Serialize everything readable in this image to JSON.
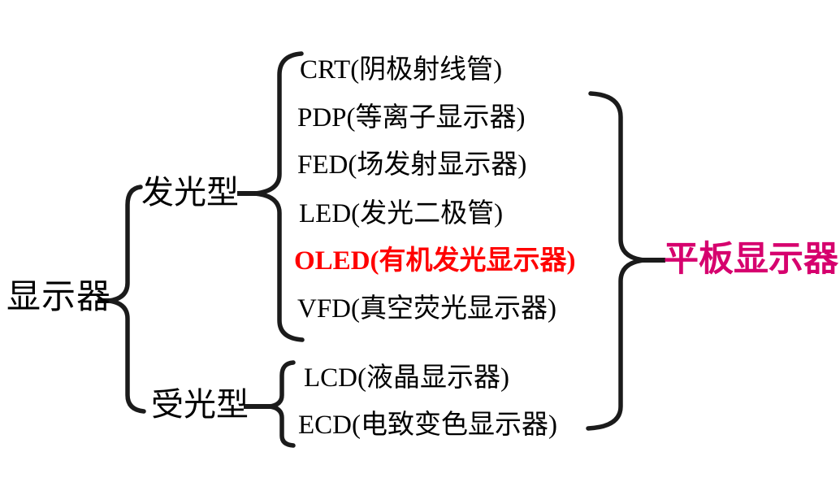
{
  "tree": {
    "root": "显示器",
    "emissive": {
      "label": "发光型",
      "items": [
        {
          "text": "CRT(阴极射线管)",
          "color": "#000000"
        },
        {
          "text": "PDP(等离子显示器)",
          "color": "#000000"
        },
        {
          "text": "FED(场发射显示器)",
          "color": "#000000"
        },
        {
          "text": "LED(发光二极管)",
          "color": "#000000"
        },
        {
          "text": "OLED(有机发光显示器)",
          "color": "#FF0000",
          "bold": true
        },
        {
          "text": "VFD(真空荧光显示器)",
          "color": "#000000"
        }
      ]
    },
    "receptive": {
      "label": "受光型",
      "items": [
        {
          "text": "LCD(液晶显示器)",
          "color": "#000000"
        },
        {
          "text": "ECD(电致变色显示器)",
          "color": "#000000"
        }
      ]
    },
    "flat_panel_group": {
      "label": "平板显示器",
      "color": "#D6006E",
      "spans_items": [
        "PDP",
        "FED",
        "LED",
        "OLED",
        "VFD",
        "LCD",
        "ECD"
      ]
    }
  },
  "colors": {
    "background": "#FFFFFF",
    "text": "#000000",
    "brace_line": "#1B1B1B",
    "highlight_red": "#FF0000",
    "flat_panel_magenta": "#D6006E"
  }
}
